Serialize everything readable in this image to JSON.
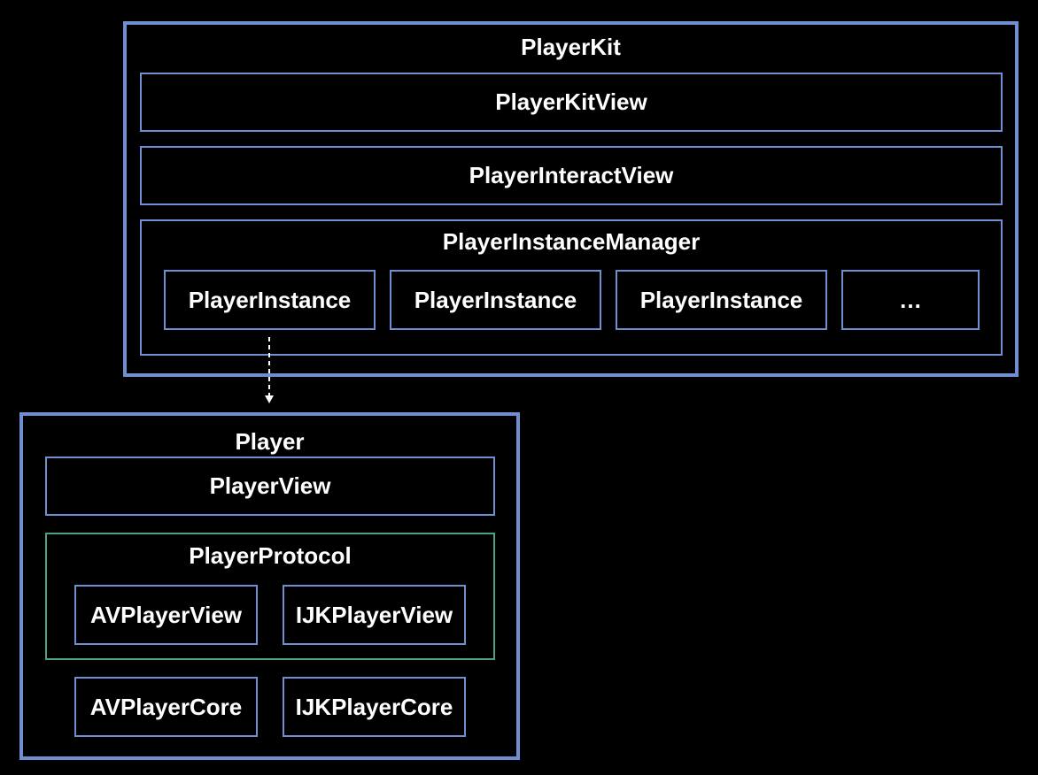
{
  "colors": {
    "background": "#000000",
    "container_border": "#6f8fd0",
    "protocol_border": "#4f9f86",
    "text": "#ffffff",
    "arrow": "#ffffff"
  },
  "playerkit": {
    "title": "PlayerKit",
    "kit_view": "PlayerKitView",
    "interact_view": "PlayerInteractView",
    "manager": {
      "title": "PlayerInstanceManager",
      "instances": [
        "PlayerInstance",
        "PlayerInstance",
        "PlayerInstance",
        "…"
      ]
    }
  },
  "player": {
    "title": "Player",
    "view": "PlayerView",
    "protocol": {
      "title": "PlayerProtocol",
      "items": [
        "AVPlayerView",
        "IJKPlayerView"
      ]
    },
    "cores": [
      "AVPlayerCore",
      "IJKPlayerCore"
    ]
  }
}
